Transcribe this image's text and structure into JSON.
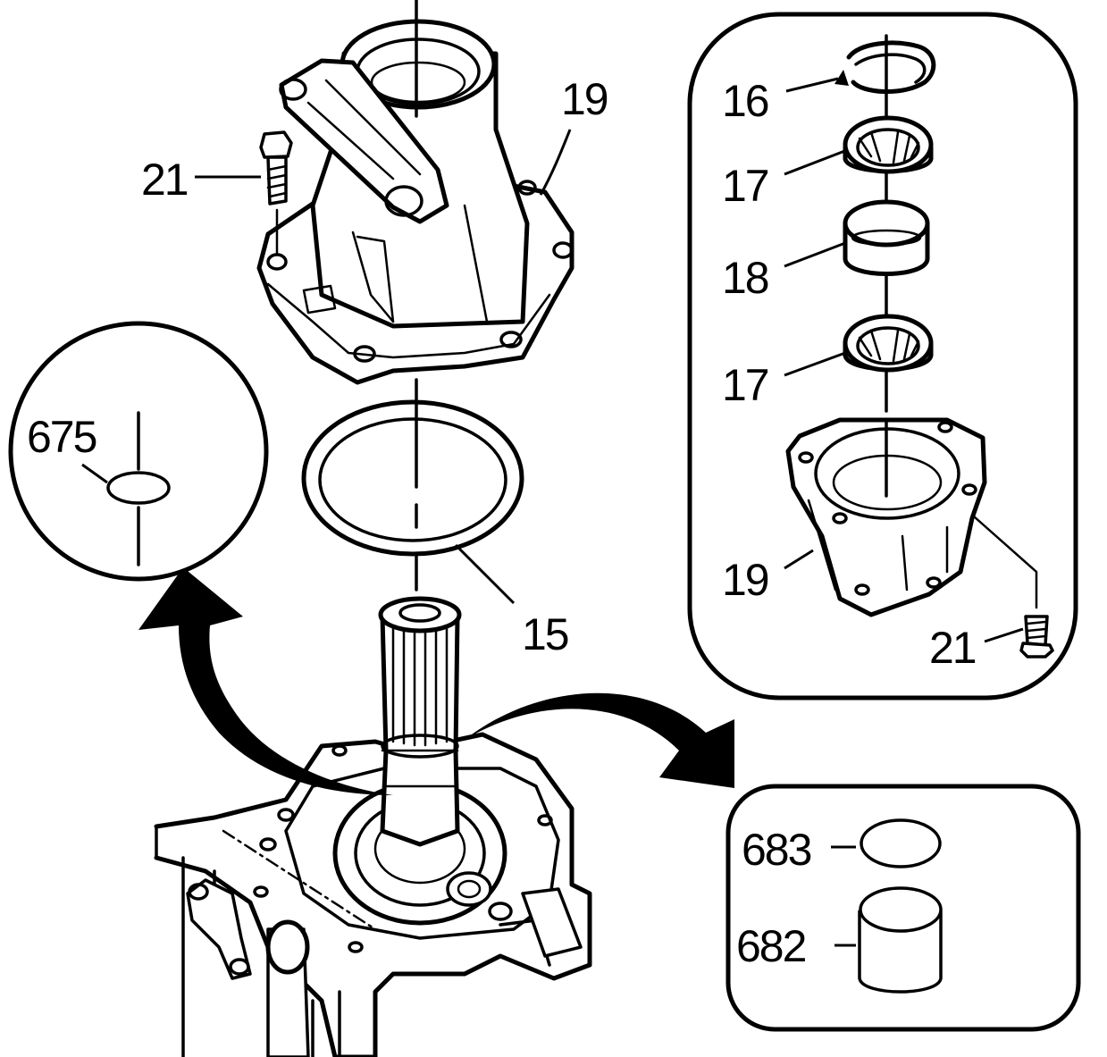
{
  "callouts": {
    "c21_top": "21",
    "c19_top": "19",
    "c15": "15",
    "c675": "675",
    "c16": "16",
    "c17_upper": "17",
    "c18": "18",
    "c17_lower": "17",
    "c19_inset": "19",
    "c21_inset": "21",
    "c683": "683",
    "c682": "682"
  },
  "colors": {
    "ink": "#000000",
    "paper": "#ffffff"
  }
}
